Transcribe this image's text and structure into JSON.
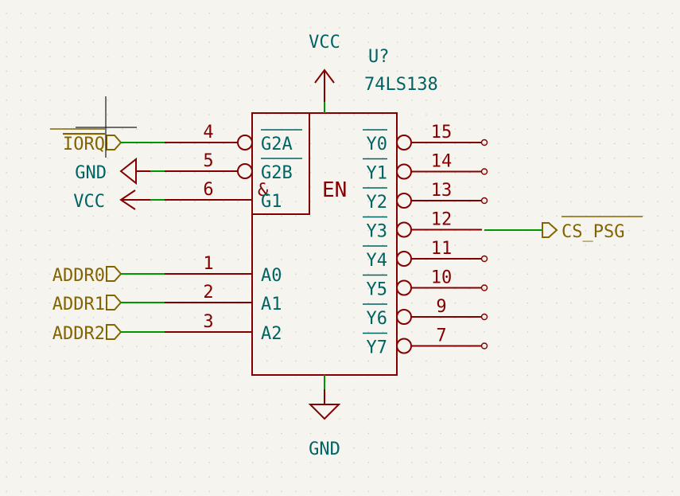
{
  "colors": {
    "background": "#f5f4ef",
    "grid_dot": "#c8c8c0",
    "symbol": "#840000",
    "pin_text": "#840000",
    "wire": "#009600",
    "power_label": "#006464",
    "global_label": "#846400",
    "reference": "#006464",
    "cursor": "#1a1a1a"
  },
  "symbol": {
    "reference": "U?",
    "value": "74LS138",
    "enable_label": "EN",
    "and_label": "&",
    "left_pins": [
      {
        "number": "4",
        "name": "G2A",
        "inverted": true
      },
      {
        "number": "5",
        "name": "G2B",
        "inverted": true
      },
      {
        "number": "6",
        "name": "G1",
        "inverted": false
      },
      {
        "number": "1",
        "name": "A0",
        "inverted": false
      },
      {
        "number": "2",
        "name": "A1",
        "inverted": false
      },
      {
        "number": "3",
        "name": "A2",
        "inverted": false
      }
    ],
    "right_pins": [
      {
        "number": "15",
        "name": "Y0"
      },
      {
        "number": "14",
        "name": "Y1"
      },
      {
        "number": "13",
        "name": "Y2"
      },
      {
        "number": "12",
        "name": "Y3"
      },
      {
        "number": "11",
        "name": "Y4"
      },
      {
        "number": "10",
        "name": "Y5"
      },
      {
        "number": "9",
        "name": "Y6"
      },
      {
        "number": "7",
        "name": "Y7"
      }
    ]
  },
  "power": {
    "top": "VCC",
    "bottom": "GND",
    "g2b": "GND",
    "g1": "VCC"
  },
  "labels": {
    "iorq": "IORQ",
    "addr0": "ADDR0",
    "addr1": "ADDR1",
    "addr2": "ADDR2",
    "cs_psg": "CS_PSG"
  }
}
